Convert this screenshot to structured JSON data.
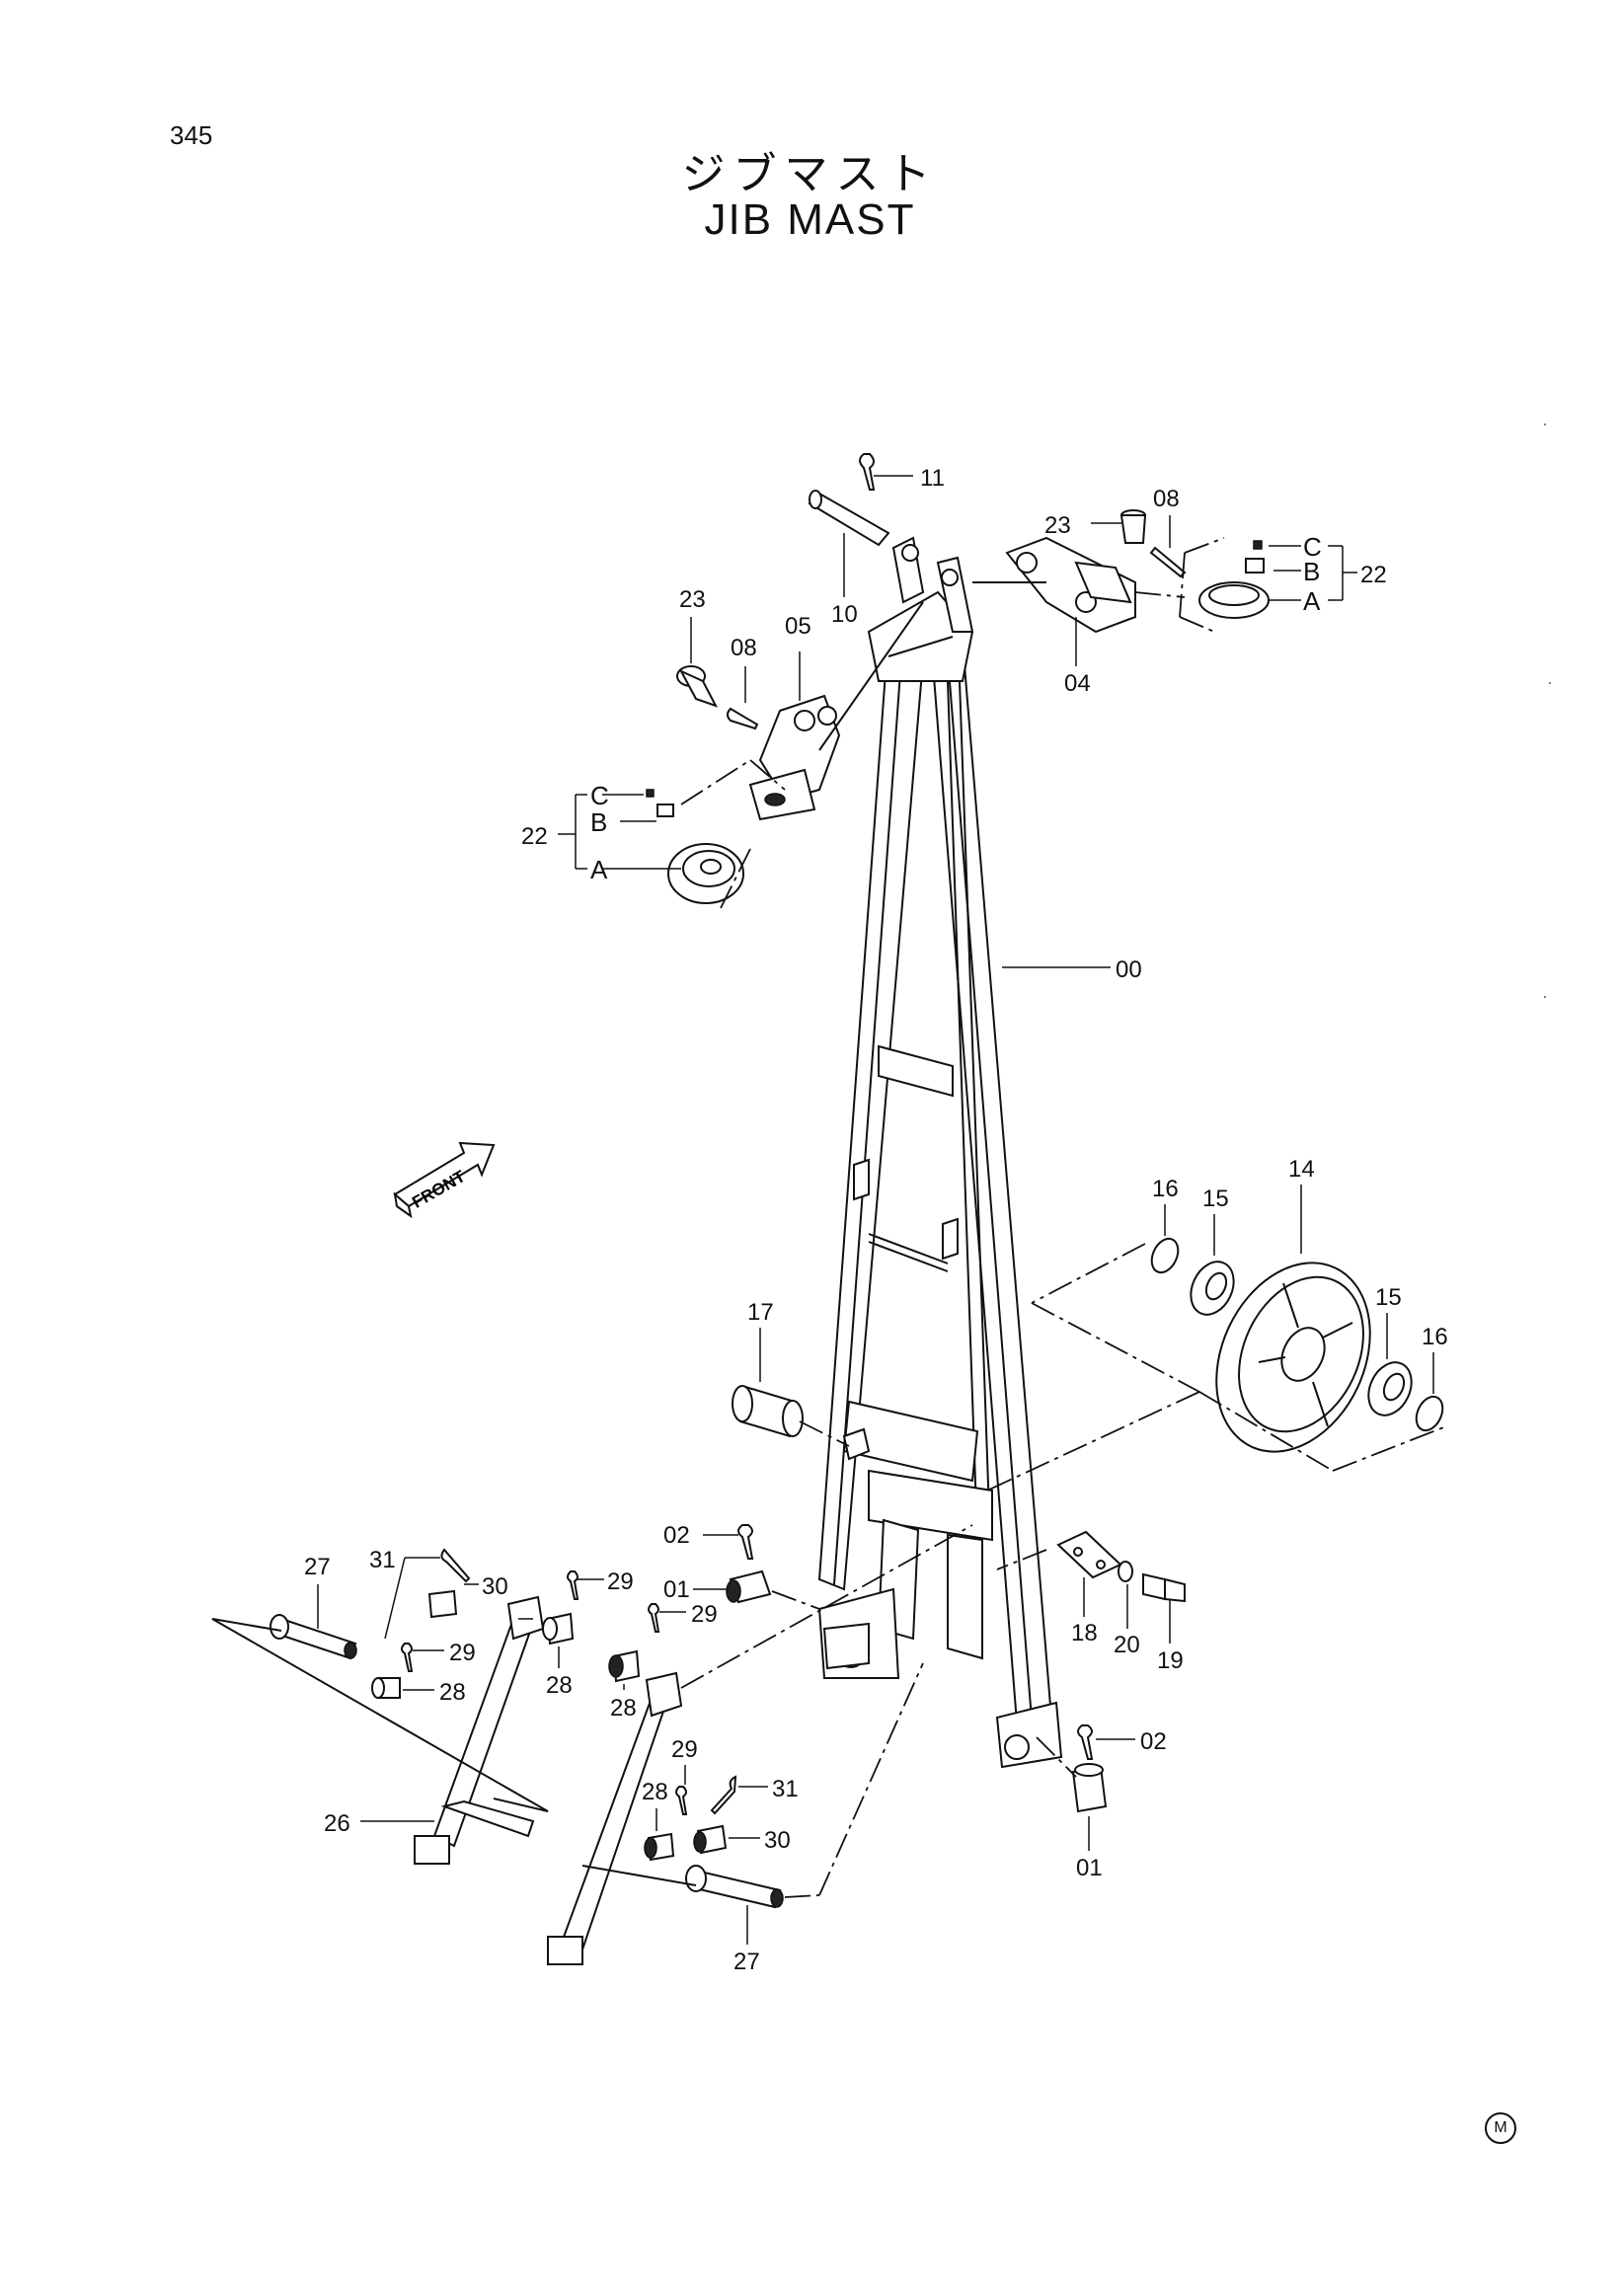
{
  "page": {
    "number": "345",
    "title_jp": "ジブマスト",
    "title_en": "JIB MAST",
    "mark": "M"
  },
  "front_label": "FRONT",
  "callouts": {
    "c00": "00",
    "c01a": "01",
    "c01b": "01",
    "c02a": "02",
    "c02b": "02",
    "c04": "04",
    "c05": "05",
    "c08a": "08",
    "c08b": "08",
    "c10": "10",
    "c11": "11",
    "c14": "14",
    "c15a": "15",
    "c15b": "15",
    "c16a": "16",
    "c16b": "16",
    "c17": "17",
    "c18": "18",
    "c19": "19",
    "c20": "20",
    "c22a": "22",
    "c22b": "22",
    "c23a": "23",
    "c23b": "23",
    "c26": "26",
    "c27a": "27",
    "c27b": "27",
    "c28a": "28",
    "c28b": "28",
    "c28c": "28",
    "c28d": "28",
    "c29a": "29",
    "c29b": "29",
    "c29c": "29",
    "c29d": "29",
    "c30a": "30",
    "c30b": "30",
    "c31a": "31",
    "c31b": "31",
    "sub_a1": "A",
    "sub_b1": "B",
    "sub_c1": "C",
    "sub_a2": "A",
    "sub_b2": "B",
    "sub_c2": "C"
  }
}
